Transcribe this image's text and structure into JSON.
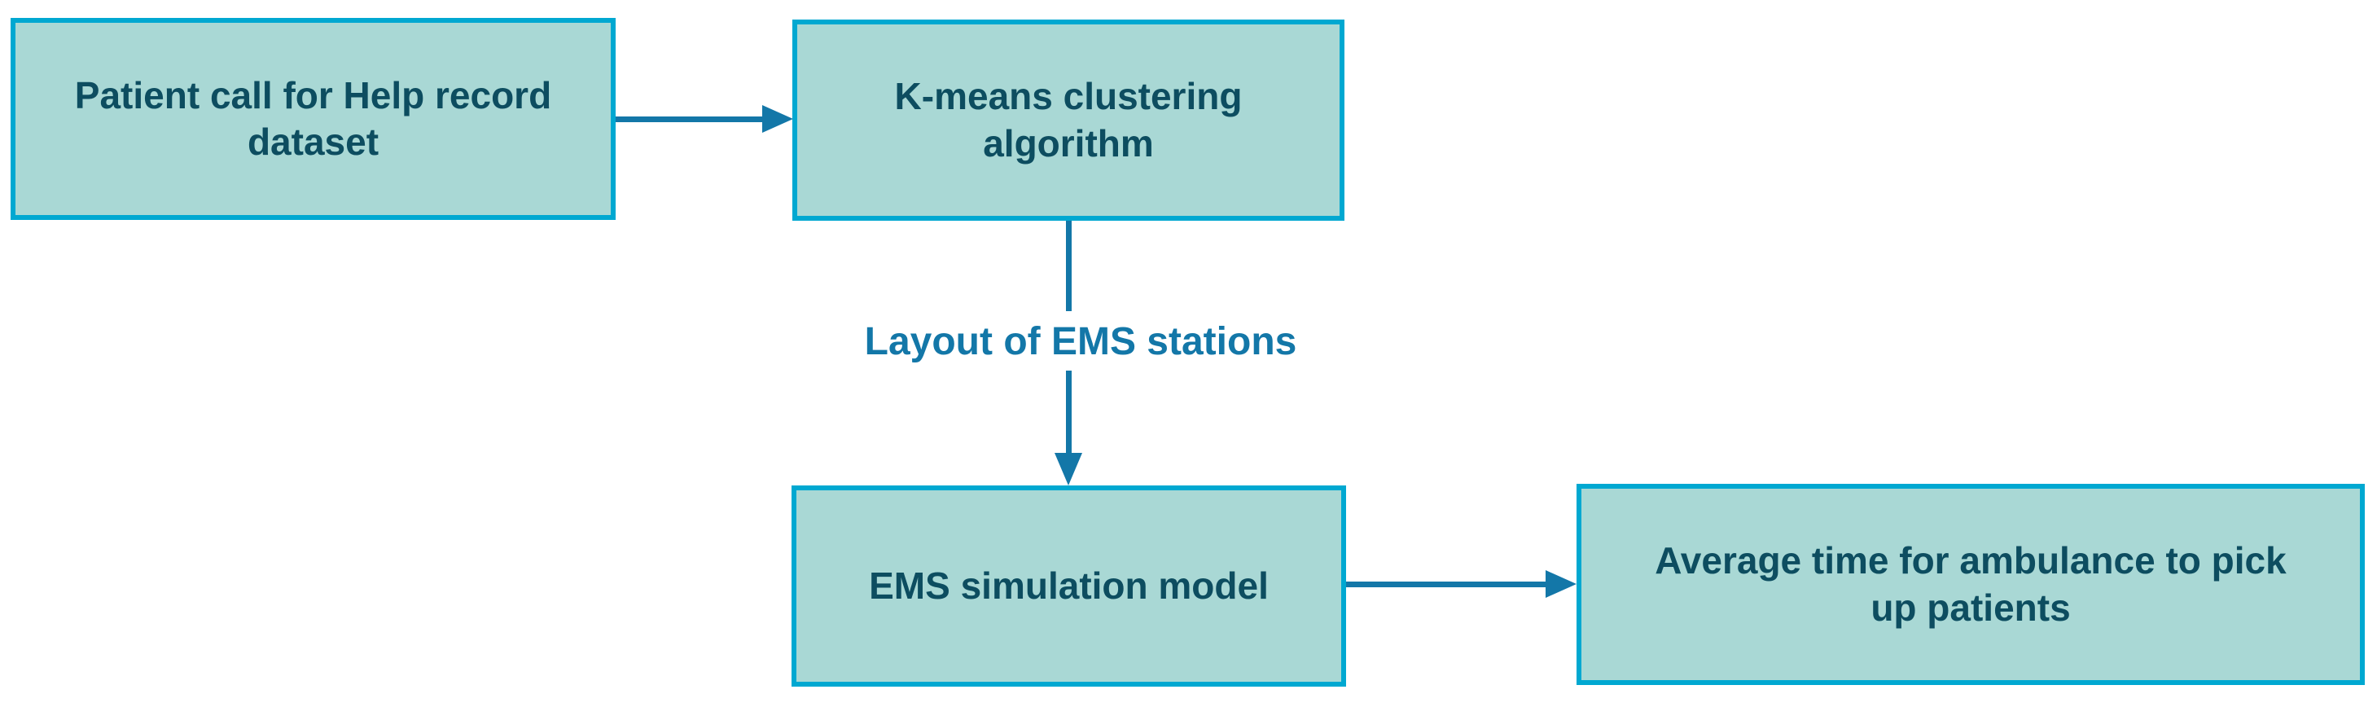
{
  "diagram": {
    "type": "flowchart",
    "background_color": "#ffffff",
    "colors": {
      "node_fill": "#a9d8d5",
      "node_border": "#00a8d1",
      "node_text": "#0d4d60",
      "arrow": "#1377a8",
      "edge_label_text": "#1377a8"
    },
    "nodes": [
      {
        "id": "dataset",
        "label": "Patient call for Help record\ndataset"
      },
      {
        "id": "kmeans",
        "label": "K-means clustering\nalgorithm"
      },
      {
        "id": "simulation",
        "label": "EMS simulation model"
      },
      {
        "id": "avgtime",
        "label": "Average time for ambulance to pick\nup patients"
      }
    ],
    "edges": [
      {
        "from": "dataset",
        "to": "kmeans",
        "direction": "right",
        "label": ""
      },
      {
        "from": "kmeans",
        "to": "simulation",
        "direction": "down",
        "label": "Layout of EMS stations"
      },
      {
        "from": "simulation",
        "to": "avgtime",
        "direction": "right",
        "label": ""
      }
    ]
  }
}
